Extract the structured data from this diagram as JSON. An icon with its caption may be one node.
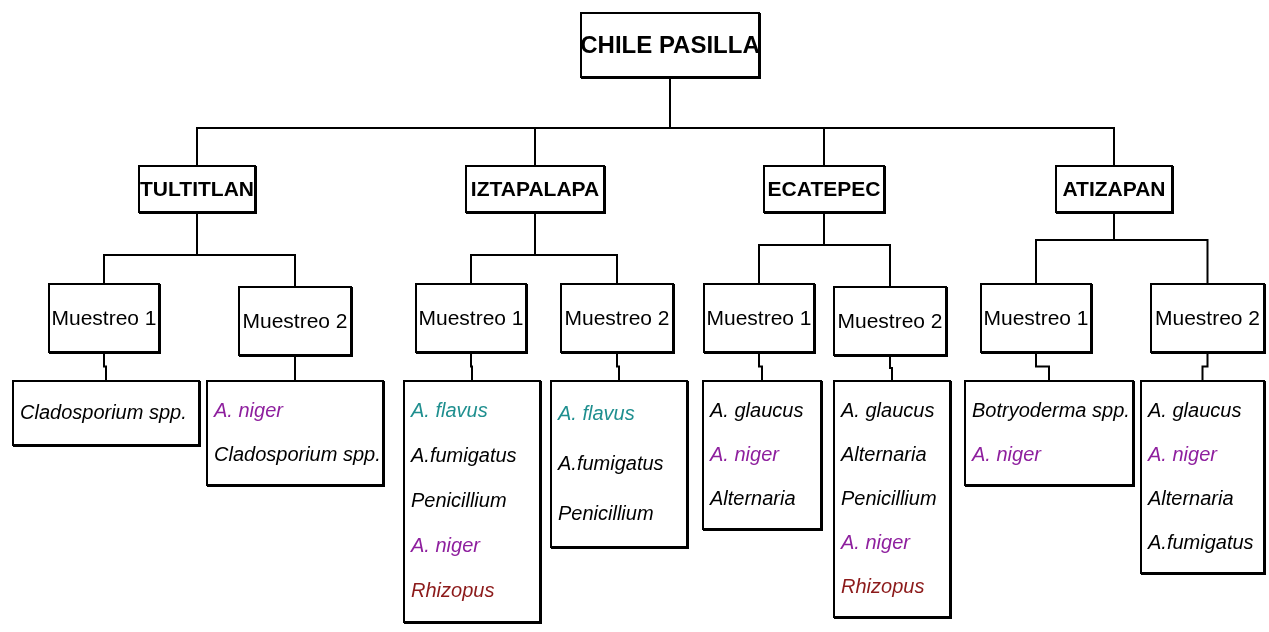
{
  "diagram": {
    "nodes": [
      {
        "text": [
          "CHILE PASILLA"
        ]
      },
      {
        "text": [
          "TULTITLAN"
        ]
      },
      {
        "text": [
          "IZTAPALAPA"
        ]
      },
      {
        "text": [
          "ECATEPEC"
        ]
      },
      {
        "text": [
          "ATIZAPAN"
        ]
      },
      {
        "text": [
          "Muestreo 1"
        ]
      },
      {
        "text": [
          "Muestreo 2"
        ]
      },
      {
        "text": [
          "Muestreo 1"
        ]
      },
      {
        "text": [
          "Muestreo 2"
        ]
      },
      {
        "text": [
          "Muestreo 1"
        ]
      },
      {
        "text": [
          "Muestreo 2"
        ]
      },
      {
        "text": [
          "Muestreo 1"
        ]
      },
      {
        "text": [
          "Muestreo 2"
        ]
      },
      {
        "text": [
          "Cladosporium spp."
        ]
      },
      {
        "text": [
          "A. niger",
          "Cladosporium spp."
        ]
      },
      {
        "text": [
          "A. flavus",
          "A.fumigatus",
          "Penicillium",
          "A. niger",
          "Rhizopus"
        ]
      },
      {
        "text": [
          "A. flavus",
          "A.fumigatus",
          "Penicillium"
        ]
      },
      {
        "text": [
          "A. glaucus",
          "A. niger",
          "Alternaria"
        ]
      },
      {
        "text": [
          "A. glaucus",
          "Alternaria",
          "Penicillium",
          "A. niger",
          "Rhizopus"
        ]
      },
      {
        "text": [
          "Botryoderma spp.",
          "A. niger"
        ]
      },
      {
        "text": [
          "A. glaucus",
          "A. niger",
          "Alternaria",
          "A.fumigatus"
        ]
      }
    ],
    "edges": [
      {
        "from": 0,
        "to": 1,
        "arrow": "none"
      },
      {
        "from": 0,
        "to": 2,
        "arrow": "none"
      },
      {
        "from": 0,
        "to": 3,
        "arrow": "none"
      },
      {
        "from": 0,
        "to": 4,
        "arrow": "none"
      },
      {
        "from": 1,
        "to": 5,
        "arrow": "none"
      },
      {
        "from": 1,
        "to": 6,
        "arrow": "none"
      },
      {
        "from": 2,
        "to": 7,
        "arrow": "none"
      },
      {
        "from": 2,
        "to": 8,
        "arrow": "none"
      },
      {
        "from": 3,
        "to": 9,
        "arrow": "none"
      },
      {
        "from": 3,
        "to": 10,
        "arrow": "none"
      },
      {
        "from": 4,
        "to": 11,
        "arrow": "none"
      },
      {
        "from": 4,
        "to": 12,
        "arrow": "none"
      },
      {
        "from": 5,
        "to": 13,
        "arrow": "none"
      },
      {
        "from": 6,
        "to": 14,
        "arrow": "none"
      },
      {
        "from": 7,
        "to": 15,
        "arrow": "none"
      },
      {
        "from": 8,
        "to": 16,
        "arrow": "none"
      },
      {
        "from": 9,
        "to": 17,
        "arrow": "none"
      },
      {
        "from": 10,
        "to": 18,
        "arrow": "none"
      },
      {
        "from": 11,
        "to": 19,
        "arrow": "none"
      },
      {
        "from": 12,
        "to": 20,
        "arrow": "none"
      }
    ]
  }
}
